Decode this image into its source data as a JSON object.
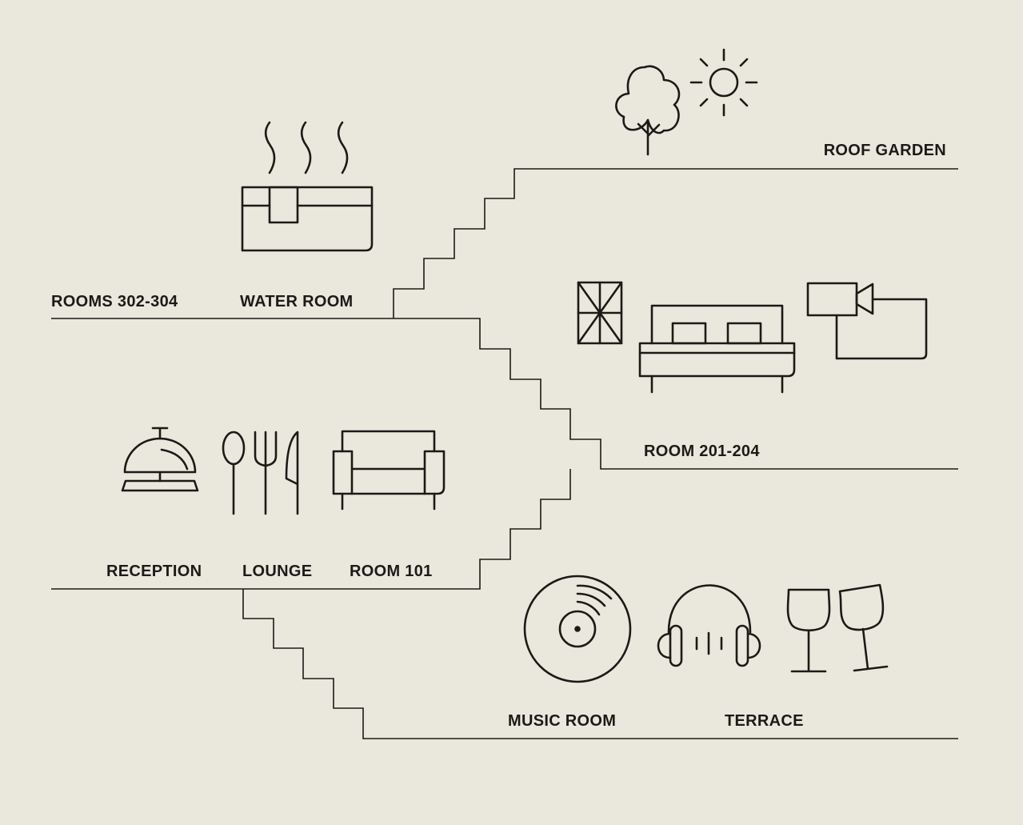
{
  "labels": {
    "roof_garden": "ROOF GARDEN",
    "rooms_302_304": "ROOMS 302-304",
    "water_room": "WATER ROOM",
    "room_201_204": "ROOM 201-204",
    "reception": "RECEPTION",
    "lounge": "LOUNGE",
    "room_101": "ROOM 101",
    "music_room": "MUSIC ROOM",
    "terrace": "TERRACE"
  },
  "icons": {
    "roof_garden": [
      "tree-icon",
      "sun-icon"
    ],
    "water_room": [
      "steam-bath-icon"
    ],
    "room_201_204": [
      "window-icon",
      "bed-icon",
      "camera-icon"
    ],
    "reception": [
      "service-bell-icon"
    ],
    "lounge": [
      "cutlery-icon"
    ],
    "room_101": [
      "armchair-icon"
    ],
    "music_room": [
      "vinyl-record-icon",
      "headphones-icon"
    ],
    "terrace": [
      "wine-glasses-icon"
    ]
  },
  "colors": {
    "background": "#EAE8DC",
    "ink": "#1C1A17"
  }
}
